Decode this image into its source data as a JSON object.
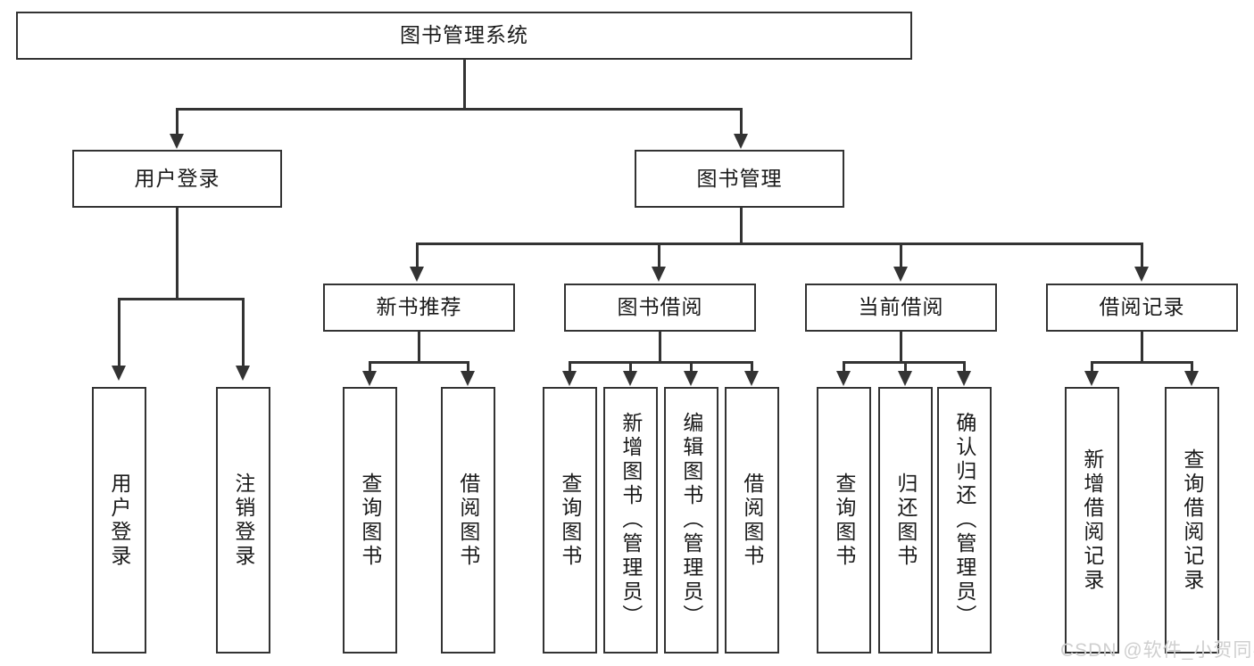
{
  "diagram": {
    "type": "tree-hierarchy-diagram",
    "title": "图书管理系统",
    "watermark": "CSDN @软件_小贺同学",
    "colors": {
      "box_border": "#333333",
      "box_fill": "#ffffff",
      "connector": "#333333",
      "text": "#1a1a1a",
      "watermark": "#cfcfcf",
      "background": "#ffffff"
    },
    "levels": {
      "root": {
        "label": "图书管理系统"
      },
      "level2": [
        {
          "label": "用户登录"
        },
        {
          "label": "图书管理"
        }
      ],
      "level3": [
        {
          "label": "新书推荐"
        },
        {
          "label": "图书借阅"
        },
        {
          "label": "当前借阅"
        },
        {
          "label": "借阅记录"
        }
      ],
      "leaves": {
        "user_login": [
          {
            "label": "用户登录"
          },
          {
            "label": "注销登录"
          }
        ],
        "new_book_recommend": [
          {
            "label": "查询图书"
          },
          {
            "label": "借阅图书"
          }
        ],
        "book_borrow": [
          {
            "label": "查询图书"
          },
          {
            "label": "新增图书（管理员）"
          },
          {
            "label": "编辑图书（管理员）"
          },
          {
            "label": "借阅图书"
          }
        ],
        "current_borrow": [
          {
            "label": "查询图书"
          },
          {
            "label": "归还图书"
          },
          {
            "label": "确认归还（管理员）"
          }
        ],
        "borrow_record": [
          {
            "label": "新增借阅记录"
          },
          {
            "label": "查询借阅记录"
          }
        ]
      }
    }
  }
}
